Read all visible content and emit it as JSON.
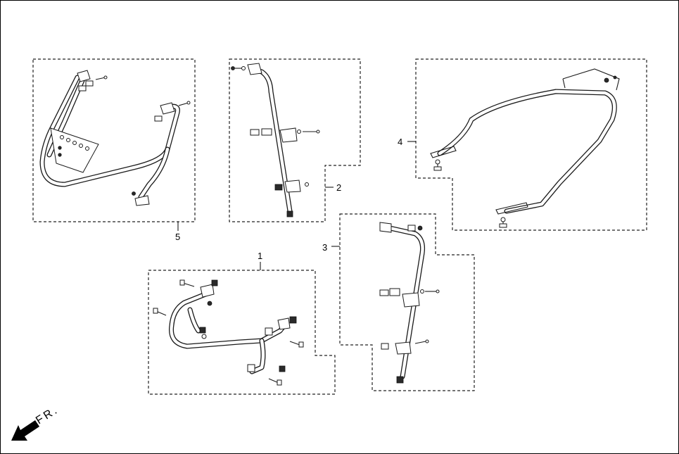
{
  "diagram": {
    "callouts": [
      {
        "id": "1",
        "label": "1"
      },
      {
        "id": "2",
        "label": "2"
      },
      {
        "id": "3",
        "label": "3"
      },
      {
        "id": "4",
        "label": "4"
      },
      {
        "id": "5",
        "label": "5"
      }
    ],
    "direction_label": "FR.",
    "colors": {
      "line": "#1a1a1a",
      "background": "#ffffff"
    },
    "icons": [
      "front-direction-arrow-icon"
    ]
  }
}
